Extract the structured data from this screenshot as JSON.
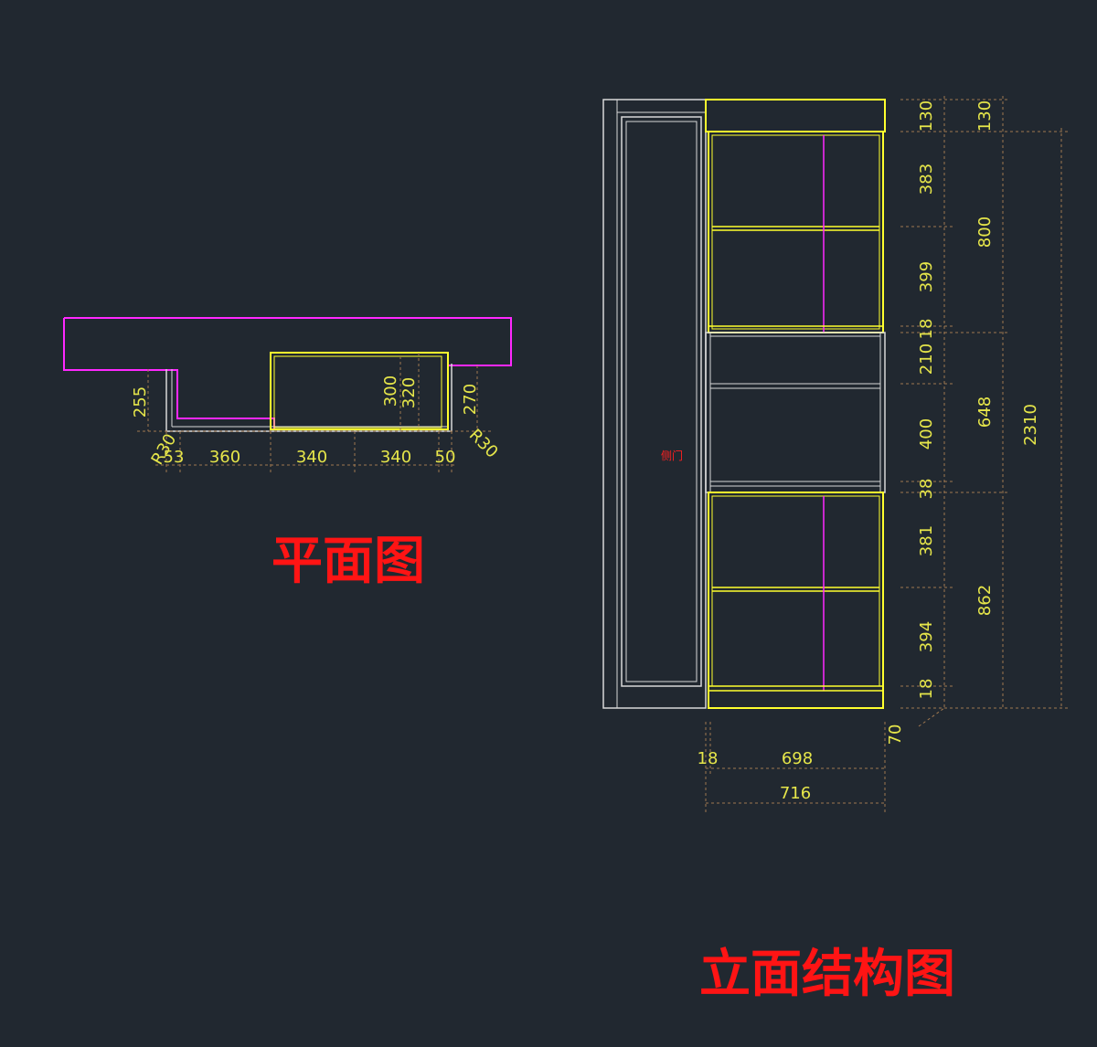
{
  "titles": {
    "plan": "平面图",
    "elevation": "立面结构图"
  },
  "plan_dims": {
    "radius_left": "R30",
    "radius_right": "R30",
    "w_53": "53",
    "w_360": "360",
    "w_340a": "340",
    "w_340b": "340",
    "w_50": "50",
    "h_255": "255",
    "h_270": "270",
    "h_300": "300",
    "h_320": "320"
  },
  "elev_dims": {
    "d130a": "130",
    "d383": "383",
    "d399": "399",
    "d18a": "18",
    "d210": "210",
    "d400": "400",
    "d38": "38",
    "d381": "381",
    "d394": "394",
    "d18b": "18",
    "d130b": "130",
    "d800": "800",
    "d648": "648",
    "d862": "862",
    "d2310": "2310",
    "d70": "70",
    "w18": "18",
    "w698": "698",
    "w716": "716",
    "door_note": "侧门"
  },
  "colors": {
    "background": "#212830",
    "outline": "#d8d8d8",
    "cabinet": "#ffff2e",
    "magenta": "#ff28ff",
    "dimension": "#e6e64a",
    "dimline": "#a07850",
    "title": "#ff1414"
  }
}
